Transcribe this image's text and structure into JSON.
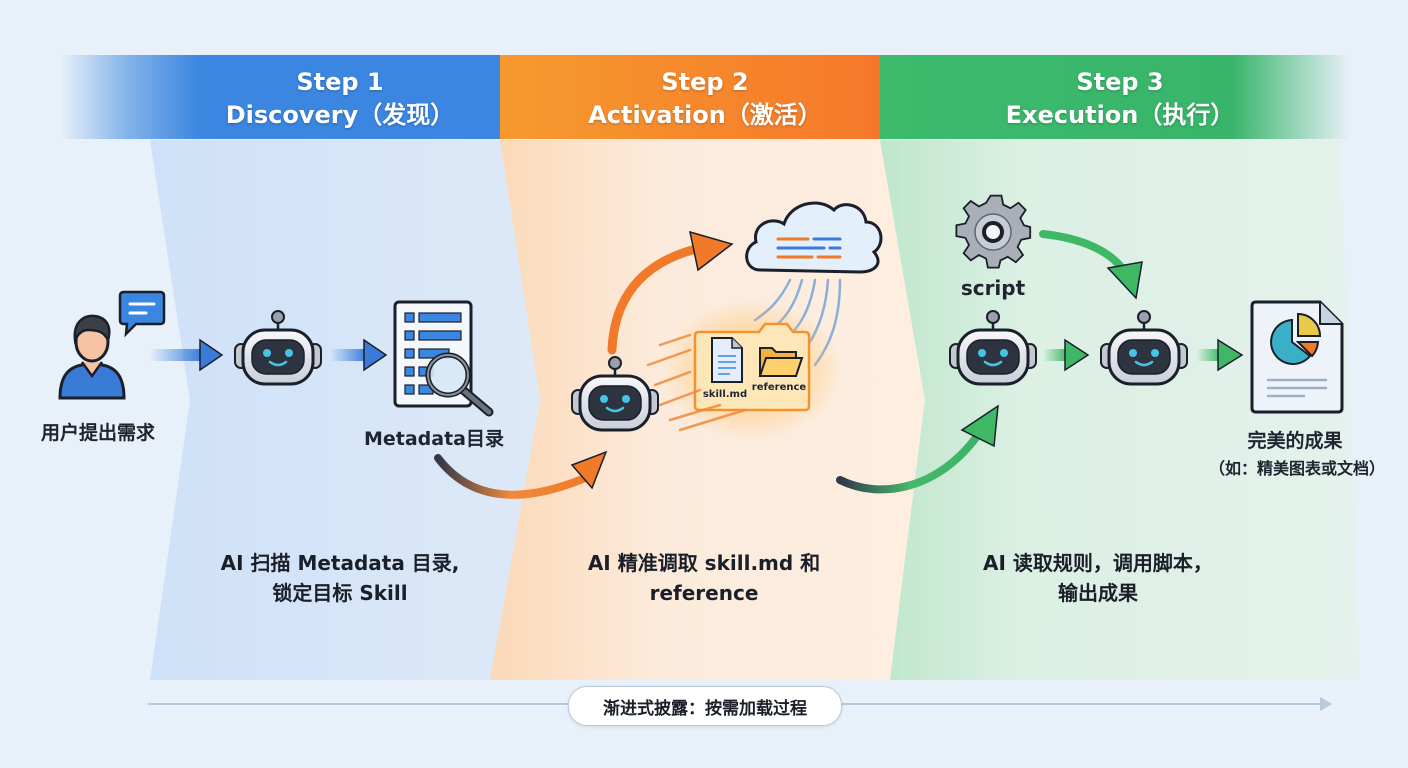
{
  "steps": [
    {
      "step": "Step 1",
      "name": "Discovery（发现）",
      "color": "#3a86e0",
      "description": [
        "AI 扫描 Metadata 目录,",
        "锁定目标 Skill"
      ]
    },
    {
      "step": "Step 2",
      "name": "Activation（激活）",
      "color": "#f5862a",
      "description": [
        "AI 精准调取 skill.md 和",
        "reference"
      ]
    },
    {
      "step": "Step 3",
      "name": "Execution（执行）",
      "color": "#37b56a",
      "description": [
        "AI 读取规则，调用脚本，",
        "输出成果"
      ]
    }
  ],
  "nodes": {
    "user": "用户提出需求",
    "metadata": "Metadata目录",
    "skill_file": "skill.md",
    "reference_folder": "reference",
    "script": "script",
    "result_title": "完美的成果",
    "result_subtitle": "（如：精美图表或文档）"
  },
  "timeline": {
    "label": "渐进式披露：按需加载过程"
  }
}
